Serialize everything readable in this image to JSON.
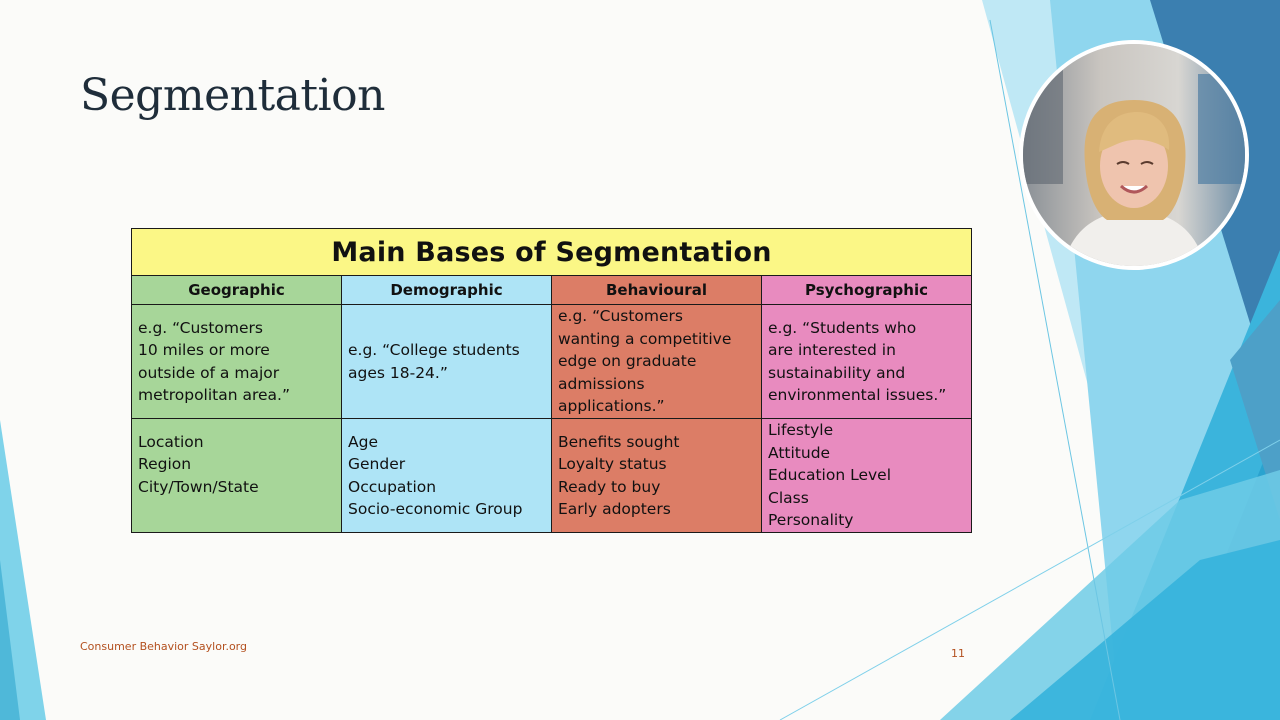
{
  "slide": {
    "title": "Segmentation",
    "footer": "Consumer Behavior Saylor.org",
    "page_number": "11"
  },
  "table": {
    "heading": "Main Bases of Segmentation",
    "columns": [
      {
        "header": "Geographic",
        "color": "#a7d699",
        "example": [
          "e.g. “Customers",
          "10 miles or more",
          "outside of a major",
          "metropolitan area.”"
        ],
        "bases": [
          "Location",
          "Region",
          "City/Town/State"
        ]
      },
      {
        "header": "Demographic",
        "color": "#aee4f6",
        "example": [
          "e.g. “College students",
          "ages 18-24.”"
        ],
        "bases": [
          "Age",
          "Gender",
          "Occupation",
          "Socio-economic Group"
        ]
      },
      {
        "header": "Behavioural",
        "color": "#dc7d66",
        "example": [
          "e.g. “Customers",
          "wanting a competitive",
          "edge on graduate",
          "admissions",
          "applications.”"
        ],
        "bases": [
          "Benefits sought",
          "Loyalty status",
          "Ready to buy",
          "Early adopters"
        ]
      },
      {
        "header": "Psychographic",
        "color": "#e88bbf",
        "example": [
          "e.g. “Students who",
          "are interested in",
          "sustainability and",
          "environmental issues.”"
        ],
        "bases": [
          "Lifestyle",
          "Attitude",
          "Education Level",
          "Class",
          "Personality"
        ]
      }
    ],
    "heading_color": "#fbf786"
  },
  "webcam": {
    "icon": "presenter-video"
  }
}
